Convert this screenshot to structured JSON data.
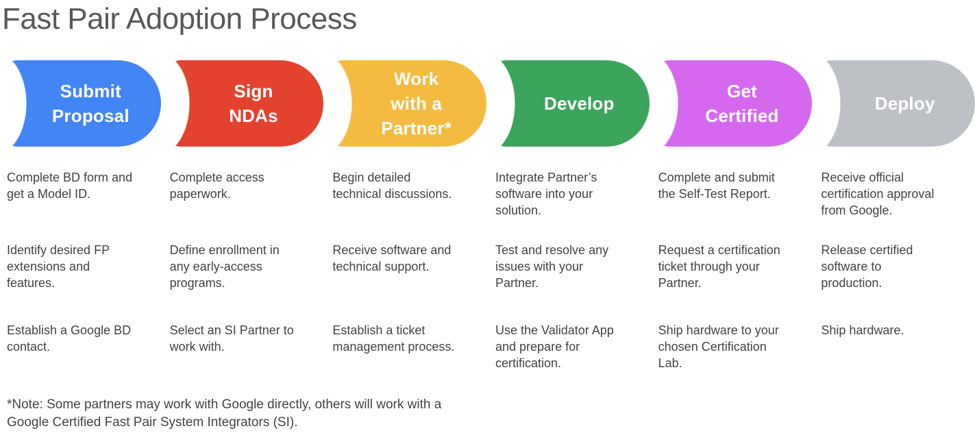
{
  "title": "Fast Pair Adoption Process",
  "stages": [
    {
      "id": "submit-proposal",
      "label": "Submit\nProposal",
      "color": "#4285F4",
      "items": [
        "Complete BD form and\nget a Model ID.",
        "Identify desired FP\nextensions and\nfeatures.",
        "Establish a Google BD\ncontact."
      ]
    },
    {
      "id": "sign-ndas",
      "label": "Sign\nNDAs",
      "color": "#E3422F",
      "items": [
        "Complete access\npaperwork.",
        "Define enrollment in\nany early-access\nprograms.",
        "Select an SI Partner to\nwork with."
      ]
    },
    {
      "id": "work-with-a-partner",
      "label": "Work\nwith a\nPartner*",
      "color": "#F5BB41",
      "items": [
        "Begin detailed\ntechnical discussions.",
        "Receive software and\ntechnical support.",
        "Establish a ticket\nmanagement process."
      ]
    },
    {
      "id": "develop",
      "label": "Develop",
      "color": "#3AA55B",
      "items": [
        "Integrate Partner’s\nsoftware into your\nsolution.",
        "Test and resolve any\nissues with your\nPartner.",
        "Use the Validator App\nand prepare for\ncertification."
      ]
    },
    {
      "id": "get-certified",
      "label": "Get\nCertified",
      "color": "#D668F0",
      "items": [
        "Complete and submit\nthe Self-Test Report.",
        "Request a certification\nticket through your\nPartner.",
        "Ship hardware to your\nchosen Certification\nLab."
      ]
    },
    {
      "id": "deploy",
      "label": "Deploy",
      "color": "#BDC1C6",
      "items": [
        "Receive official\ncertification approval\nfrom Google.",
        "Release certified\nsoftware to\nproduction.",
        "Ship hardware."
      ]
    }
  ],
  "footnote": "*Note: Some partners may work with Google directly, others will work with a\nGoogle Certified Fast Pair System Integrators (SI)."
}
